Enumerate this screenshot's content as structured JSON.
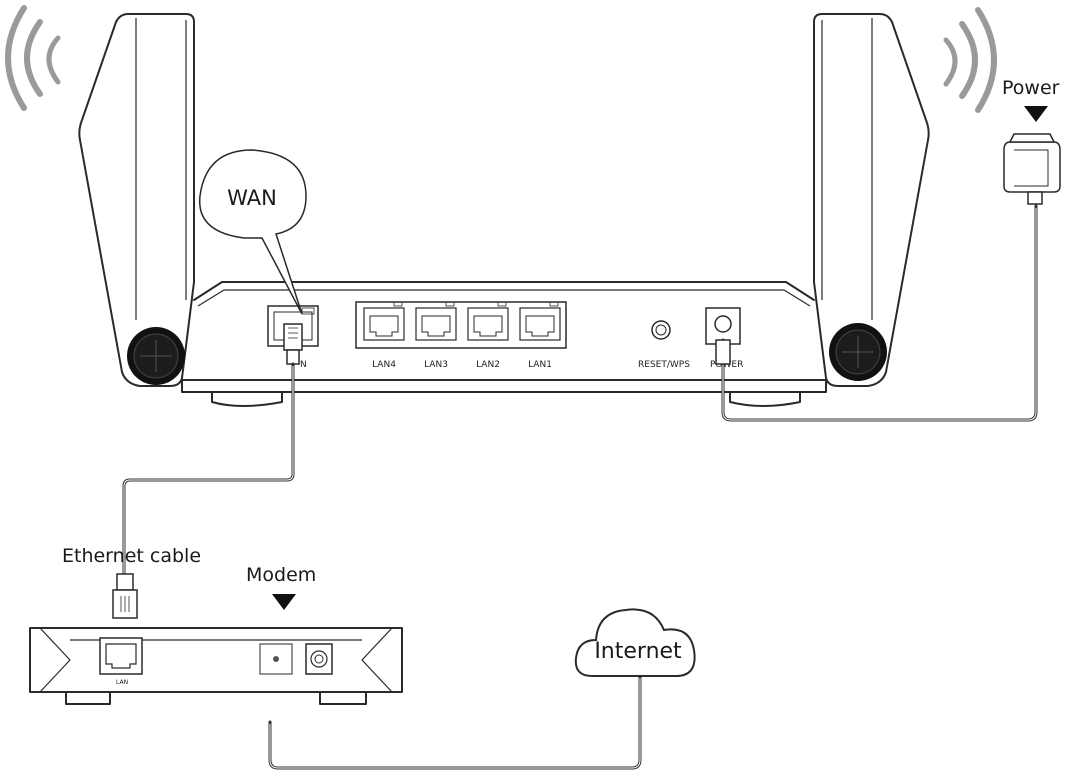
{
  "router": {
    "wan_callout": "WAN",
    "wan_port_label": "N",
    "lan_ports": [
      "LAN4",
      "LAN3",
      "LAN2",
      "LAN1"
    ],
    "reset_label": "RESET/WPS",
    "power_label": "POWER"
  },
  "labels": {
    "power": "Power",
    "ethernet_cable": "Ethernet cable",
    "modem": "Modem",
    "internet": "Internet"
  },
  "modem": {
    "lan_label": "LAN"
  },
  "colors": {
    "line": "#2a2a2a",
    "signal_waves": "#9a9a9a",
    "background": "#ffffff"
  },
  "icons": [
    "wifi-signal-icon",
    "power-adapter-icon",
    "ethernet-plug-icon",
    "down-arrow-icon",
    "cloud-icon"
  ]
}
